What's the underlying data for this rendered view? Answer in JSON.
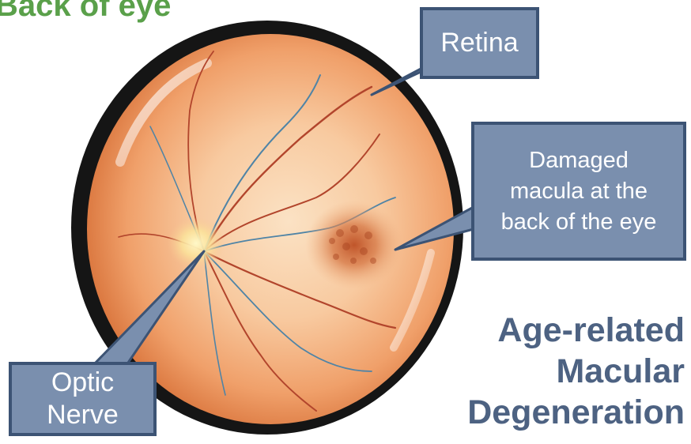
{
  "heading": "Back of eye",
  "labels": {
    "retina": "Retina",
    "macula_lines": [
      "Damaged",
      "macula at the",
      "back of the eye"
    ],
    "optic_lines": [
      "Optic",
      "Nerve"
    ]
  },
  "title_lines": [
    "Age-related",
    "Macular",
    "Degeneration"
  ],
  "colors": {
    "heading": "#5aa04a",
    "title": "#4d6282",
    "callout_fill": "#7a8fae",
    "callout_border": "#3c5374",
    "eyeball_rim": "#111111",
    "retina_base": "#f0a06a",
    "macula_spot": "#c0552a"
  }
}
